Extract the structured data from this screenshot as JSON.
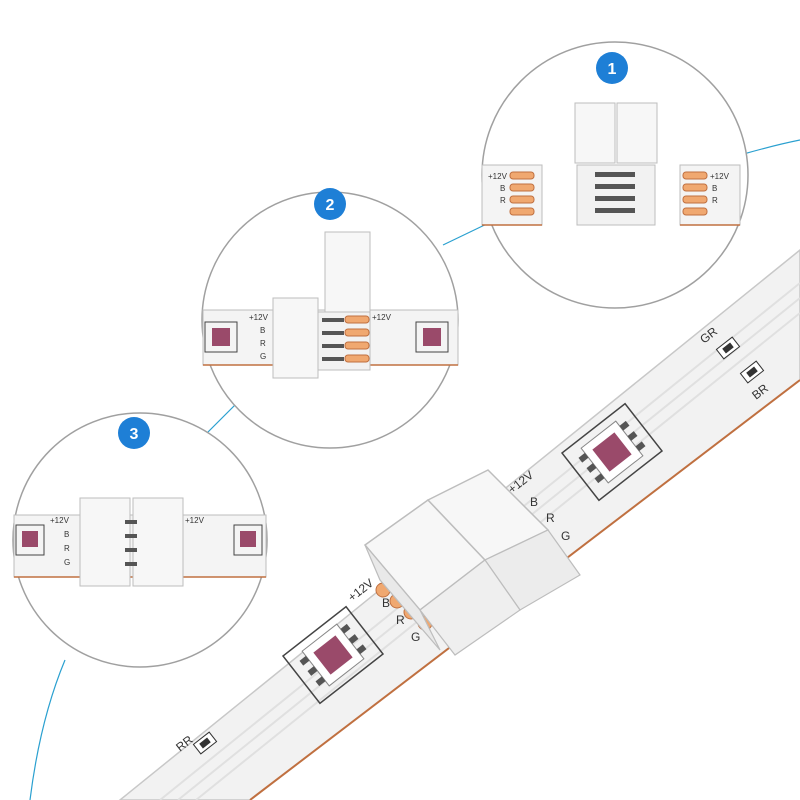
{
  "colors": {
    "badge": "#1e7fd6",
    "leader_line": "#2aa0d0",
    "strip": "#f2f2f2",
    "strip_edge": "#c8c8c8",
    "pcb_copper": "#c07040",
    "pad": "#f0a870",
    "led_chip": "#9a4a6a",
    "connector": "#f7f7f7"
  },
  "steps": [
    {
      "number": "1"
    },
    {
      "number": "2"
    },
    {
      "number": "3"
    }
  ],
  "pin_labels": {
    "v12": "+12V",
    "b": "B",
    "r": "R",
    "g": "G"
  },
  "resistor_labels": {
    "gr": "GR",
    "br": "BR",
    "rr": "RR"
  },
  "icons": [
    "led-chip-icon",
    "connector-clip-icon",
    "resistor-icon"
  ]
}
